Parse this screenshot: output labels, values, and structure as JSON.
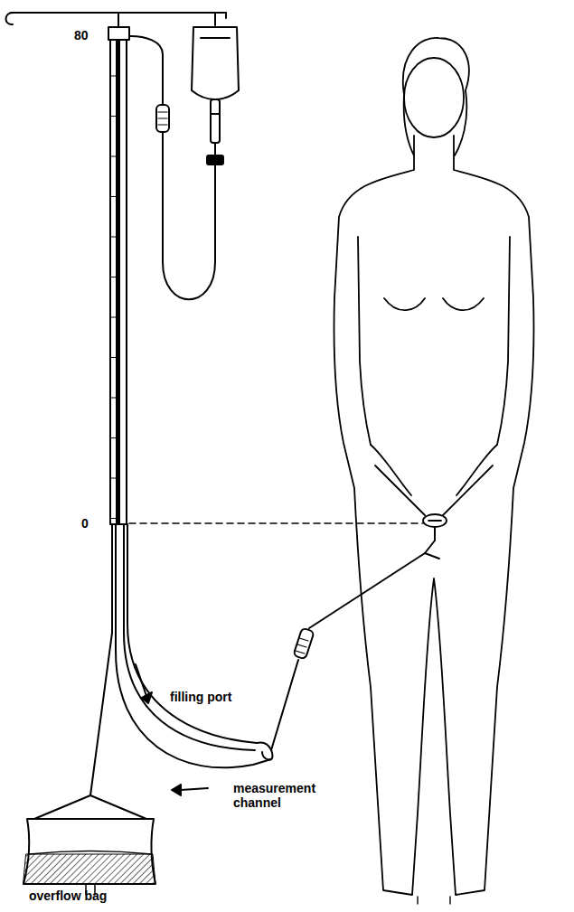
{
  "diagram": {
    "labels": [
      "80",
      "0",
      "filling port",
      "measurement channel",
      "overflow bag"
    ]
  }
}
